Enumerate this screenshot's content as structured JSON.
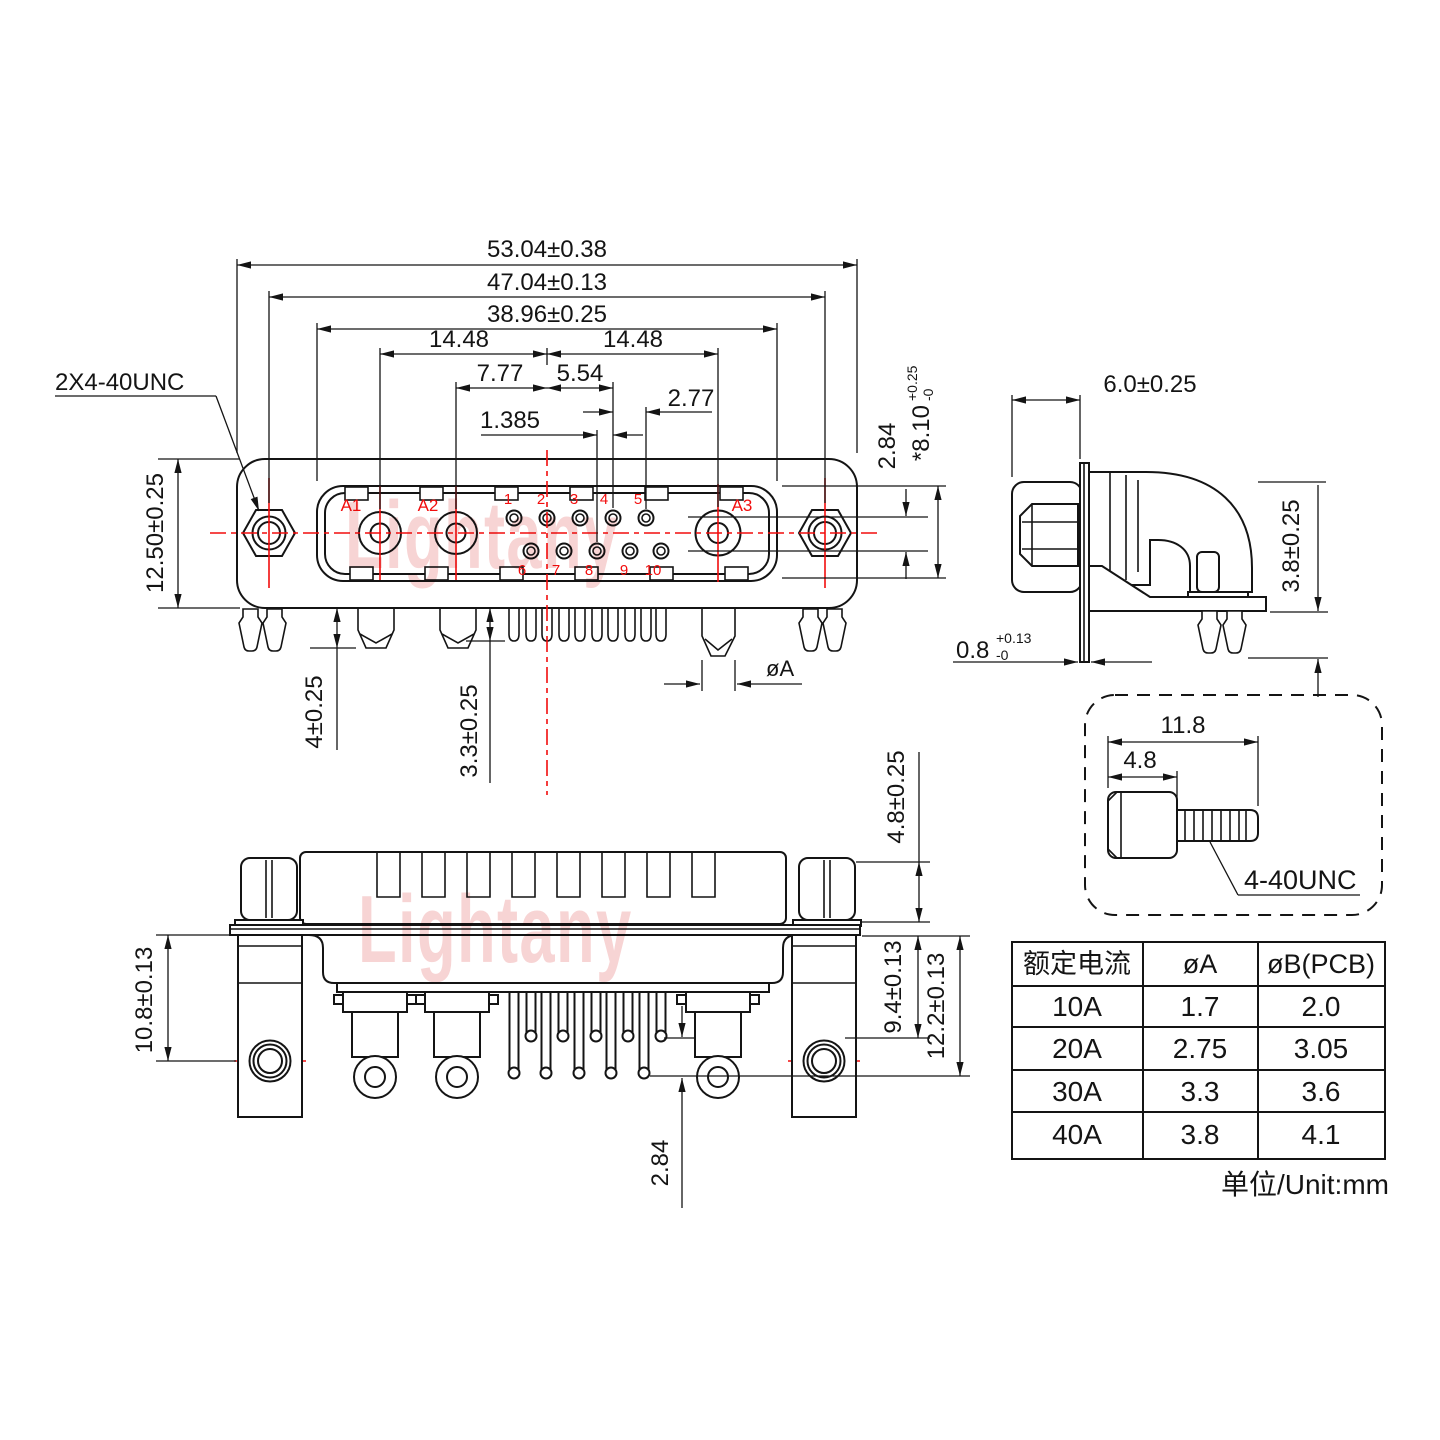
{
  "watermark": {
    "text": "Lightany",
    "color": "#f3b9b9"
  },
  "colors": {
    "line": "#141414",
    "red": "#f20d0d"
  },
  "front_view": {
    "thread_callout": "2X4-40UNC",
    "dim_width_outer": "53.04±0.38",
    "dim_width_screws": "47.04±0.13",
    "dim_width_shell": "38.96±0.25",
    "dim_span_left": "14.48",
    "dim_span_right": "14.48",
    "dim_a2_center": "7.77",
    "dim_center_pin4": "5.54",
    "dim_pin_pitch": "2.77",
    "dim_row_offset": "1.385",
    "dim_row_gap": "2.84",
    "dim_shell_height": "*8.10",
    "dim_shell_height_tol_up": "+0.25",
    "dim_shell_height_tol_dn": "-0",
    "dim_flange_height": "12.50±0.25",
    "dim_large_pin_len": "4±0.25",
    "dim_small_pin_len": "3.3±0.25",
    "dim_pin_dia": "øA",
    "contact_labels": [
      "A1",
      "A2",
      "A3"
    ],
    "pins_top": [
      "1",
      "2",
      "3",
      "4",
      "5"
    ],
    "pins_bottom": [
      "6",
      "7",
      "8",
      "9",
      "10"
    ]
  },
  "side_view": {
    "dim_body_depth": "6.0±0.25",
    "dim_standoff": "3.8±0.25",
    "dim_flange_thk": "0.8",
    "dim_flange_thk_tol_up": "+0.13",
    "dim_flange_thk_tol_dn": "-0"
  },
  "screw_detail": {
    "dim_total_len": "11.8",
    "dim_head_len": "4.8",
    "thread_label": "4-40UNC"
  },
  "bottom_view": {
    "dim_hole_offset": "10.8±0.13",
    "dim_hex_height": "4.8±0.25",
    "dim_short_pin": "9.4±0.13",
    "dim_long_pin": "12.2±0.13",
    "dim_row_gap": "2.84"
  },
  "spec_table": {
    "headers": [
      "额定电流",
      "øA",
      "øB(PCB)"
    ],
    "rows": [
      [
        "10A",
        "1.7",
        "2.0"
      ],
      [
        "20A",
        "2.75",
        "3.05"
      ],
      [
        "30A",
        "3.3",
        "3.6"
      ],
      [
        "40A",
        "3.8",
        "4.1"
      ]
    ],
    "unit_note": "单位/Unit:mm"
  }
}
